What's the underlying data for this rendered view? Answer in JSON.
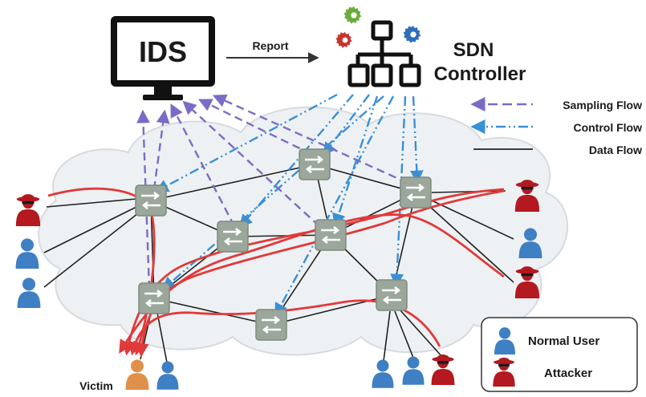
{
  "ids": {
    "title": "IDS"
  },
  "report": {
    "label": "Report"
  },
  "controller": {
    "line1": "SDN",
    "line2": "Controller"
  },
  "legend_flows": {
    "sampling": "Sampling Flow",
    "control": "Control Flow",
    "data": "Data Flow"
  },
  "legend_users": {
    "normal": "Normal User",
    "attacker": "Attacker"
  },
  "victim": {
    "label": "Victim"
  },
  "colors": {
    "sampling_flow": "#7a6cc6",
    "control_flow": "#3a8fd6",
    "data_flow": "#222222",
    "attack_flow": "#e03a3a",
    "switch": "#9aa79a",
    "normal_user": "#3f7fc4",
    "attacker": "#b3191f",
    "victim": "#e0904a",
    "cloud": "#eef1f4"
  },
  "icons": {
    "monitor": "monitor-icon",
    "controller": "network-hierarchy-icon",
    "gears": [
      "gear-icon-green",
      "gear-icon-red",
      "gear-icon-blue"
    ],
    "switch": "switch-icon",
    "normal_user": "person-icon",
    "attacker": "hooded-attacker-icon"
  }
}
